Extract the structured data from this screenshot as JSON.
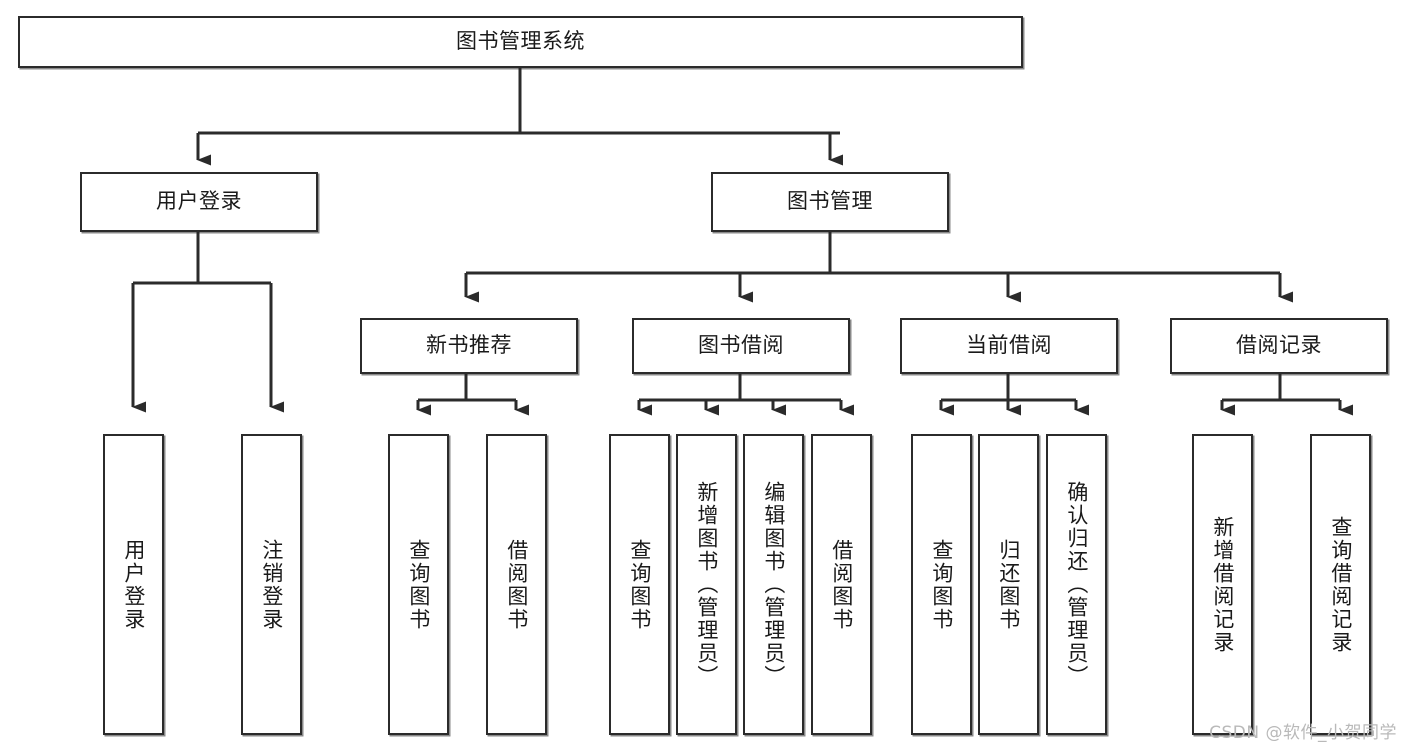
{
  "diagram": {
    "title": "图书管理系统",
    "type": "tree-hierarchy-diagram",
    "colors": {
      "box_border": "#2b2b2b",
      "box_fill": "#ffffff",
      "connector": "#2b2b2b",
      "watermark": "#b9b9b9"
    },
    "root": {
      "label": "图书管理系统"
    },
    "level2": [
      {
        "label": "用户登录"
      },
      {
        "label": "图书管理"
      }
    ],
    "level3": [
      {
        "label": "新书推荐"
      },
      {
        "label": "图书借阅"
      },
      {
        "label": "当前借阅"
      },
      {
        "label": "借阅记录"
      }
    ],
    "leaves": {
      "user_login": [
        {
          "label": "用户登录"
        },
        {
          "label": "注销登录"
        }
      ],
      "new_book_recommend": [
        {
          "label": "查询图书"
        },
        {
          "label": "借阅图书"
        }
      ],
      "book_borrow": [
        {
          "label": "查询图书"
        },
        {
          "label": "新增图书（管理员）"
        },
        {
          "label": "编辑图书（管理员）"
        },
        {
          "label": "借阅图书"
        }
      ],
      "current_borrow": [
        {
          "label": "查询图书"
        },
        {
          "label": "归还图书"
        },
        {
          "label": "确认归还（管理员）"
        }
      ],
      "borrow_record": [
        {
          "label": "新增借阅记录"
        },
        {
          "label": "查询借阅记录"
        }
      ]
    }
  },
  "watermark": {
    "text": "CSDN @软件_小贺同学"
  }
}
